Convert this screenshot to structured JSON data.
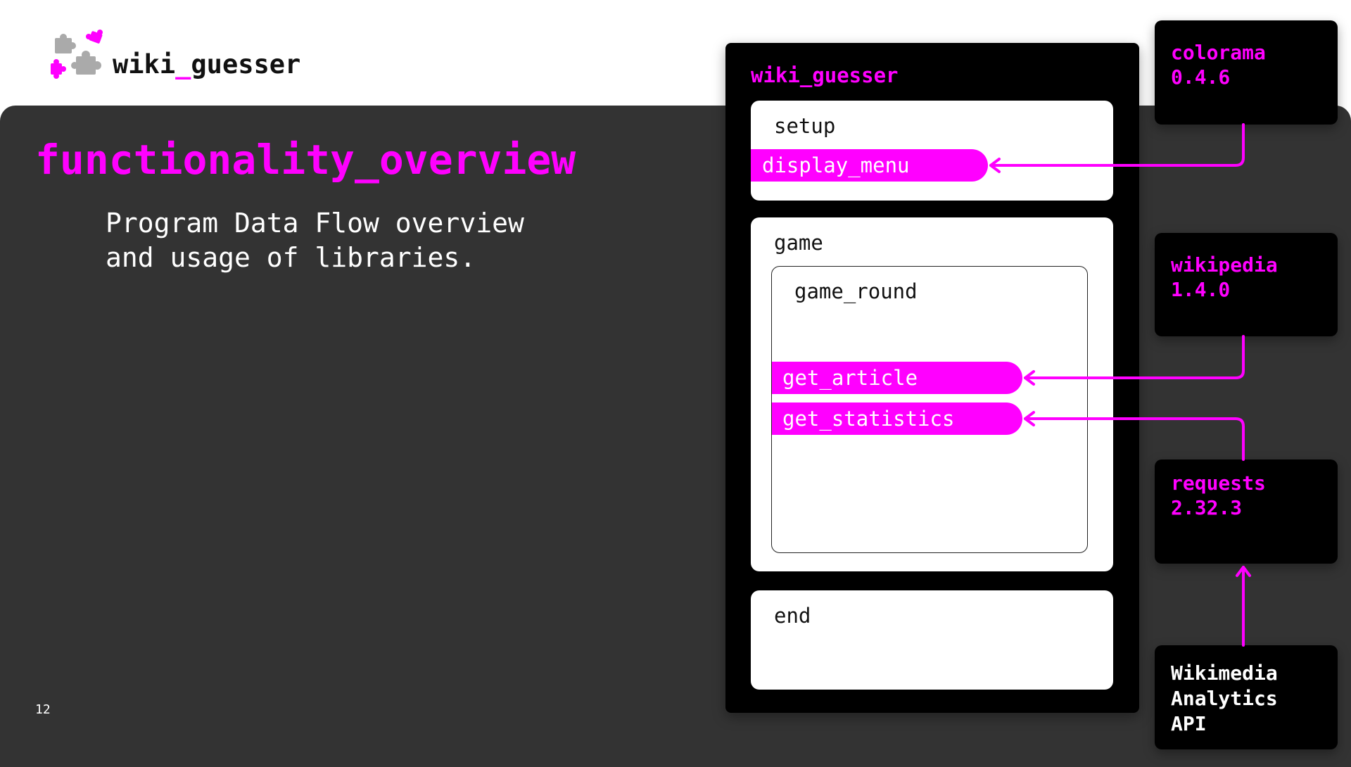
{
  "brand": {
    "prefix": "wiki",
    "underscore": "_",
    "suffix": "guesser"
  },
  "slide": {
    "title": "functionality_overview",
    "subtitle": "Program Data Flow overview\nand usage of libraries.",
    "page_number": "12"
  },
  "diagram": {
    "program_title": "wiki_guesser",
    "setup": {
      "label": "setup",
      "function": "display_menu"
    },
    "game": {
      "label": "game",
      "round_label": "game_round",
      "functions": [
        "get_article",
        "get_statistics"
      ]
    },
    "end": {
      "label": "end"
    },
    "libraries": [
      {
        "name": "colorama",
        "version": "0.4.6"
      },
      {
        "name": "wikipedia",
        "version": "1.4.0"
      },
      {
        "name": "requests",
        "version": "2.32.3"
      }
    ],
    "api": {
      "label": "Wikimedia\nAnalytics\nAPI"
    }
  },
  "colors": {
    "accent": "#ff00ff",
    "panel": "#333333",
    "box": "#000000",
    "logo_gray": "#aaaaaa"
  },
  "icons": [
    "puzzle-logo-icon"
  ]
}
